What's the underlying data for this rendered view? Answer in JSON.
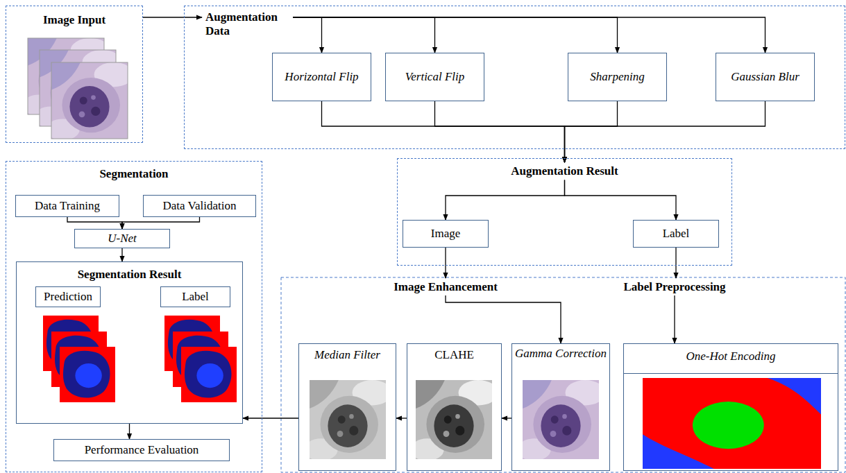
{
  "diagram": {
    "nodes": [
      {
        "text": [
          "Image Input"
        ]
      },
      {
        "text": [
          "Augmentation Data"
        ]
      },
      {
        "text": [
          "Horizontal Flip"
        ],
        "in": 1
      },
      {
        "text": [
          "Vertical Flip"
        ],
        "in": 1
      },
      {
        "text": [
          "Sharpening"
        ],
        "in": 1
      },
      {
        "text": [
          "Gaussian Blur"
        ],
        "in": 1
      },
      {
        "text": [
          "Augmentation Result"
        ]
      },
      {
        "text": [
          "Image"
        ],
        "in": 6
      },
      {
        "text": [
          "Label"
        ],
        "in": 6
      },
      {
        "text": [
          "Segmentation"
        ]
      },
      {
        "text": [
          "Data Training"
        ],
        "in": 9
      },
      {
        "text": [
          "Data Validation"
        ],
        "in": 9
      },
      {
        "text": [
          "U-Net"
        ],
        "in": 9
      },
      {
        "text": [
          "Segmentation Result"
        ],
        "in": 9
      },
      {
        "text": [
          "Prediction"
        ],
        "in": 13
      },
      {
        "text": [
          "Label"
        ],
        "in": 13
      },
      {
        "text": [
          "Performance Evaluation"
        ],
        "in": 9
      },
      {
        "text": [
          "Image Enhancement"
        ]
      },
      {
        "text": [
          "Label Preprocessing"
        ]
      },
      {
        "text": [
          "Median Filter"
        ]
      },
      {
        "text": [
          "CLAHE"
        ]
      },
      {
        "text": [
          "Gamma Correction"
        ]
      },
      {
        "text": [
          "One-Hot Encoding"
        ]
      }
    ],
    "edges": [
      {
        "from": 0,
        "to": 1,
        "arrow": "to"
      },
      {
        "from": 1,
        "to": 2,
        "arrow": "to"
      },
      {
        "from": 1,
        "to": 3,
        "arrow": "to"
      },
      {
        "from": 1,
        "to": 4,
        "arrow": "to"
      },
      {
        "from": 1,
        "to": 5,
        "arrow": "to"
      },
      {
        "from": 2,
        "to": 6,
        "arrow": "to"
      },
      {
        "from": 3,
        "to": 6,
        "arrow": "to"
      },
      {
        "from": 4,
        "to": 6,
        "arrow": "to"
      },
      {
        "from": 5,
        "to": 6,
        "arrow": "to"
      },
      {
        "from": 6,
        "to": 7,
        "arrow": "to"
      },
      {
        "from": 6,
        "to": 8,
        "arrow": "to"
      },
      {
        "from": 7,
        "to": 17,
        "arrow": "to"
      },
      {
        "from": 8,
        "to": 18,
        "arrow": "to"
      },
      {
        "from": 17,
        "to": 21,
        "arrow": "to"
      },
      {
        "from": 18,
        "to": 22,
        "arrow": "to"
      },
      {
        "from": 21,
        "to": 20,
        "arrow": "to"
      },
      {
        "from": 20,
        "to": 19,
        "arrow": "to"
      },
      {
        "from": 19,
        "to": 13,
        "arrow": "to"
      },
      {
        "from": 10,
        "to": 12,
        "arrow": "to"
      },
      {
        "from": 11,
        "to": 12,
        "arrow": "to"
      },
      {
        "from": 12,
        "to": 13,
        "arrow": "to"
      },
      {
        "from": 13,
        "to": 16,
        "arrow": "to"
      }
    ]
  }
}
